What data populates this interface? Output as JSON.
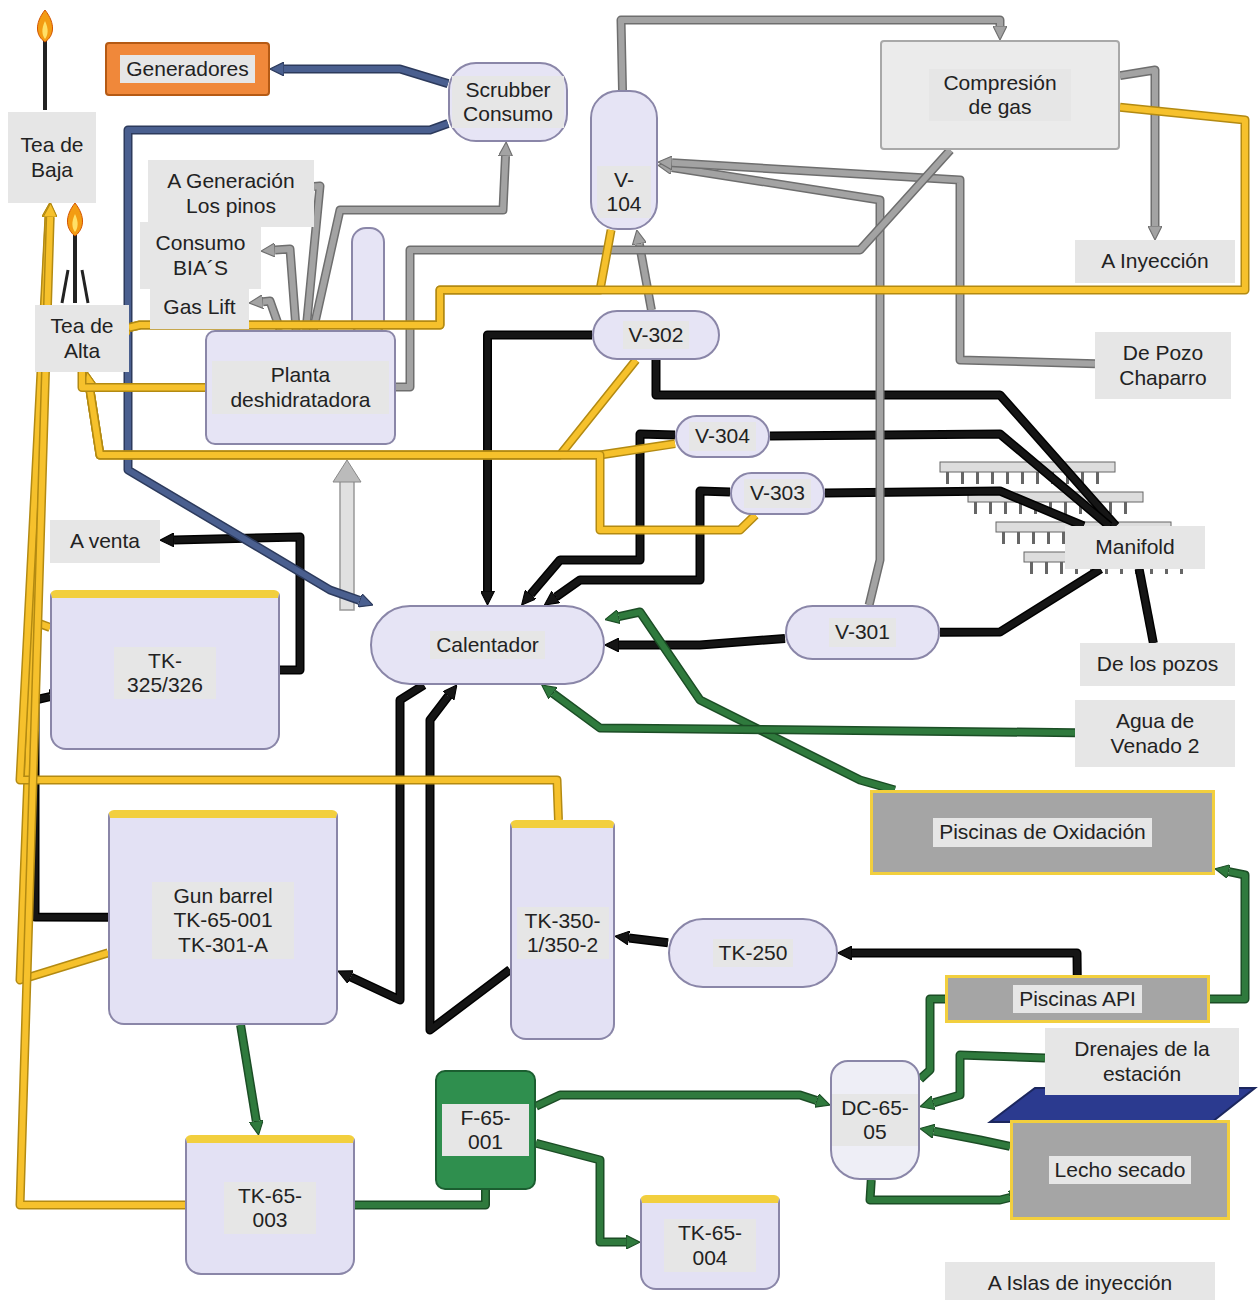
{
  "diagram": {
    "nodes": [
      {
        "text": [
          "Tea de Baja"
        ]
      },
      {
        "text": [
          "Generadores"
        ]
      },
      {
        "text": [
          "Scrubber Consumo"
        ]
      },
      {
        "text": [
          "V-104"
        ]
      },
      {
        "text": [
          "Compresión de gas"
        ]
      },
      {
        "text": [
          "Tea de Alta"
        ]
      },
      {
        "text": [
          "A Generación Los pinos"
        ]
      },
      {
        "text": [
          "Consumo BIA´S"
        ]
      },
      {
        "text": [
          "Gas Lift"
        ]
      },
      {
        "text": [
          "Planta deshidratadora"
        ]
      },
      {
        "text": [
          "A Inyección"
        ]
      },
      {
        "text": [
          "V-302"
        ]
      },
      {
        "text": [
          "De Pozo Chaparro"
        ]
      },
      {
        "text": [
          "V-304"
        ]
      },
      {
        "text": [
          "V-303"
        ]
      },
      {
        "text": [
          "Manifold"
        ]
      },
      {
        "text": [
          "A venta"
        ]
      },
      {
        "text": [
          "Calentador"
        ]
      },
      {
        "text": [
          "V-301"
        ]
      },
      {
        "text": [
          "De los pozos"
        ]
      },
      {
        "text": [
          "TK-325/326"
        ]
      },
      {
        "text": [
          "Agua de Venado 2"
        ]
      },
      {
        "text": [
          "Gun barrel TK-65-001 TK-301-A"
        ]
      },
      {
        "text": [
          "TK-350-1/350-2"
        ]
      },
      {
        "text": [
          "Piscinas de Oxidación"
        ]
      },
      {
        "text": [
          "TK-250"
        ]
      },
      {
        "text": [
          "Piscinas API"
        ]
      },
      {
        "text": [
          "Drenajes de la estación"
        ]
      },
      {
        "text": [
          "DC-65-05"
        ]
      },
      {
        "text": [
          "Lecho secado"
        ]
      },
      {
        "text": [
          "F-65-001"
        ]
      },
      {
        "text": [
          "TK-65-003"
        ]
      },
      {
        "text": [
          "TK-65-004"
        ]
      },
      {
        "text": [
          "A Islas de inyección"
        ]
      }
    ],
    "edges": [
      {
        "from": 19,
        "to": 15,
        "arrow": "none"
      },
      {
        "from": 15,
        "to": 11,
        "arrow": "none"
      },
      {
        "from": 15,
        "to": 13,
        "arrow": "none"
      },
      {
        "from": 15,
        "to": 14,
        "arrow": "none"
      },
      {
        "from": 15,
        "to": 18,
        "arrow": "none"
      },
      {
        "from": 18,
        "to": 17,
        "arrow": "to"
      },
      {
        "from": 11,
        "to": 17,
        "arrow": "to"
      },
      {
        "from": 13,
        "to": 17,
        "arrow": "to"
      },
      {
        "from": 14,
        "to": 17,
        "arrow": "to"
      },
      {
        "from": 17,
        "to": 22,
        "arrow": "to"
      },
      {
        "from": 22,
        "to": 20,
        "arrow": "to"
      },
      {
        "from": 20,
        "to": 16,
        "arrow": "to"
      },
      {
        "from": 25,
        "to": 23,
        "arrow": "to"
      },
      {
        "from": 23,
        "to": 17,
        "arrow": "to"
      },
      {
        "from": 26,
        "to": 25,
        "arrow": "to"
      },
      {
        "from": 11,
        "to": 3,
        "arrow": "to"
      },
      {
        "from": 18,
        "to": 3,
        "arrow": "to"
      },
      {
        "from": 12,
        "to": 3,
        "arrow": "to"
      },
      {
        "from": 3,
        "to": 4,
        "arrow": "to"
      },
      {
        "from": 4,
        "to": 10,
        "arrow": "to"
      },
      {
        "from": 4,
        "to": 9,
        "arrow": "to"
      },
      {
        "from": 9,
        "to": 6,
        "arrow": "to"
      },
      {
        "from": 9,
        "to": 7,
        "arrow": "to"
      },
      {
        "from": 9,
        "to": 8,
        "arrow": "to"
      },
      {
        "from": 9,
        "to": 2,
        "arrow": "to"
      },
      {
        "from": 2,
        "to": 1,
        "arrow": "to"
      },
      {
        "from": 2,
        "to": 17,
        "arrow": "to"
      },
      {
        "from": 11,
        "to": 5,
        "arrow": "to"
      },
      {
        "from": 13,
        "to": 5,
        "arrow": "to"
      },
      {
        "from": 14,
        "to": 5,
        "arrow": "to"
      },
      {
        "from": 3,
        "to": 5,
        "arrow": "to"
      },
      {
        "from": 4,
        "to": 5,
        "arrow": "to"
      },
      {
        "from": 9,
        "to": 5,
        "arrow": "to"
      },
      {
        "from": 20,
        "to": 0,
        "arrow": "to"
      },
      {
        "from": 22,
        "to": 0,
        "arrow": "to"
      },
      {
        "from": 23,
        "to": 0,
        "arrow": "to"
      },
      {
        "from": 31,
        "to": 0,
        "arrow": "to"
      },
      {
        "from": 22,
        "to": 31,
        "arrow": "to"
      },
      {
        "from": 31,
        "to": 30,
        "arrow": "to"
      },
      {
        "from": 30,
        "to": 32,
        "arrow": "to"
      },
      {
        "from": 30,
        "to": 28,
        "arrow": "to"
      },
      {
        "from": 28,
        "to": 26,
        "arrow": "to"
      },
      {
        "from": 27,
        "to": 28,
        "arrow": "to"
      },
      {
        "from": 28,
        "to": 29,
        "arrow": "to"
      },
      {
        "from": 29,
        "to": 28,
        "arrow": "to"
      },
      {
        "from": 26,
        "to": 24,
        "arrow": "to"
      },
      {
        "from": 24,
        "to": 17,
        "arrow": "to"
      },
      {
        "from": 21,
        "to": 17,
        "arrow": "to"
      }
    ]
  }
}
